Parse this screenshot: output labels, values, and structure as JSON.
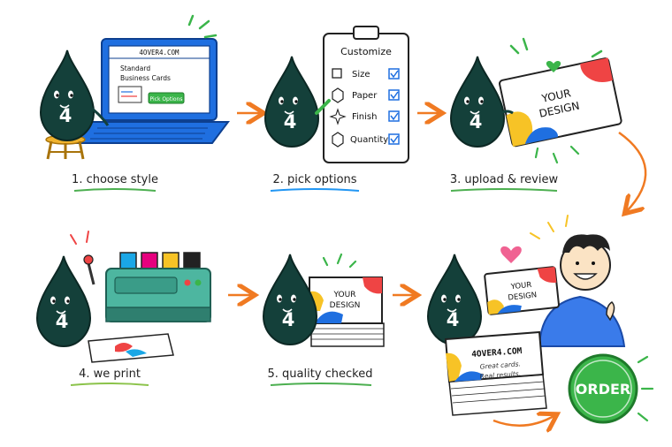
{
  "steps": [
    {
      "label": "1. choose style",
      "underline": "#4caf50"
    },
    {
      "label": "2. pick options",
      "underline": "#2196f3"
    },
    {
      "label": "3. upload & review",
      "underline": "#4caf50"
    },
    {
      "label": "4. we print",
      "underline": "#8bc34a"
    },
    {
      "label": "5. quality checked",
      "underline": "#4caf50"
    }
  ],
  "mascot": {
    "number": "4",
    "color": "#14403a"
  },
  "laptop": {
    "site": "4OVER4.COM",
    "heading_line1": "Standard",
    "heading_line2": "Business Cards",
    "button": "Pick Options"
  },
  "clipboard": {
    "title": "Customize",
    "options": [
      "Size",
      "Paper",
      "Finish",
      "Quantity"
    ]
  },
  "design_text": {
    "line1": "YOUR",
    "line2": "DESIGN"
  },
  "final_card_stack": {
    "brand": "4OVER4.COM",
    "tagline1": "Great cards.",
    "tagline2": "Real results."
  },
  "order_button": "ORDER",
  "colors": {
    "arrow": "#f07a22",
    "accent_green": "#3bb54a",
    "accent_blue": "#1f6fe0",
    "red": "#ef4444",
    "yellow": "#f7c326",
    "magenta": "#e6007e",
    "cyan": "#1aa7e6"
  }
}
